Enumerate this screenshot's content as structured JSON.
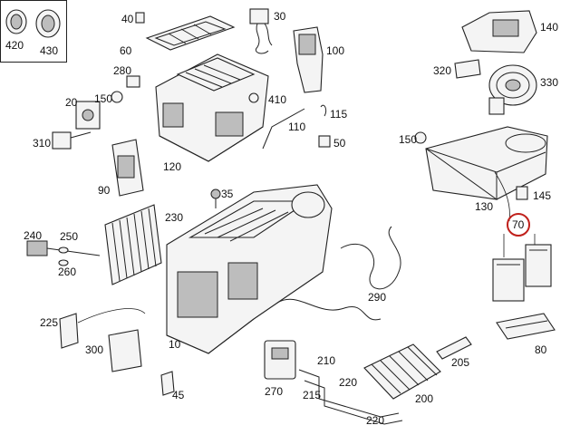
{
  "diagram": {
    "labels": {
      "p420": "420",
      "p430": "430",
      "p40": "40",
      "p30": "30",
      "p60": "60",
      "p100": "100",
      "p140": "140",
      "p280": "280",
      "p320": "320",
      "p330": "330",
      "p20": "20",
      "p150a": "150",
      "p410": "410",
      "p115": "115",
      "p110": "110",
      "p310": "310",
      "p50": "50",
      "p150b": "150",
      "p120": "120",
      "p90": "90",
      "p35": "35",
      "p130": "130",
      "p145": "145",
      "p70": "70",
      "p230": "230",
      "p240": "240",
      "p250": "250",
      "p260": "260",
      "p290": "290",
      "p225": "225",
      "p300": "300",
      "p10": "10",
      "p80": "80",
      "p210": "210",
      "p205": "205",
      "p220a": "220",
      "p220b": "220",
      "p270": "270",
      "p215": "215",
      "p200": "200",
      "p45": "45"
    },
    "highlight": {
      "label": "70",
      "color": "#c0201b"
    }
  }
}
